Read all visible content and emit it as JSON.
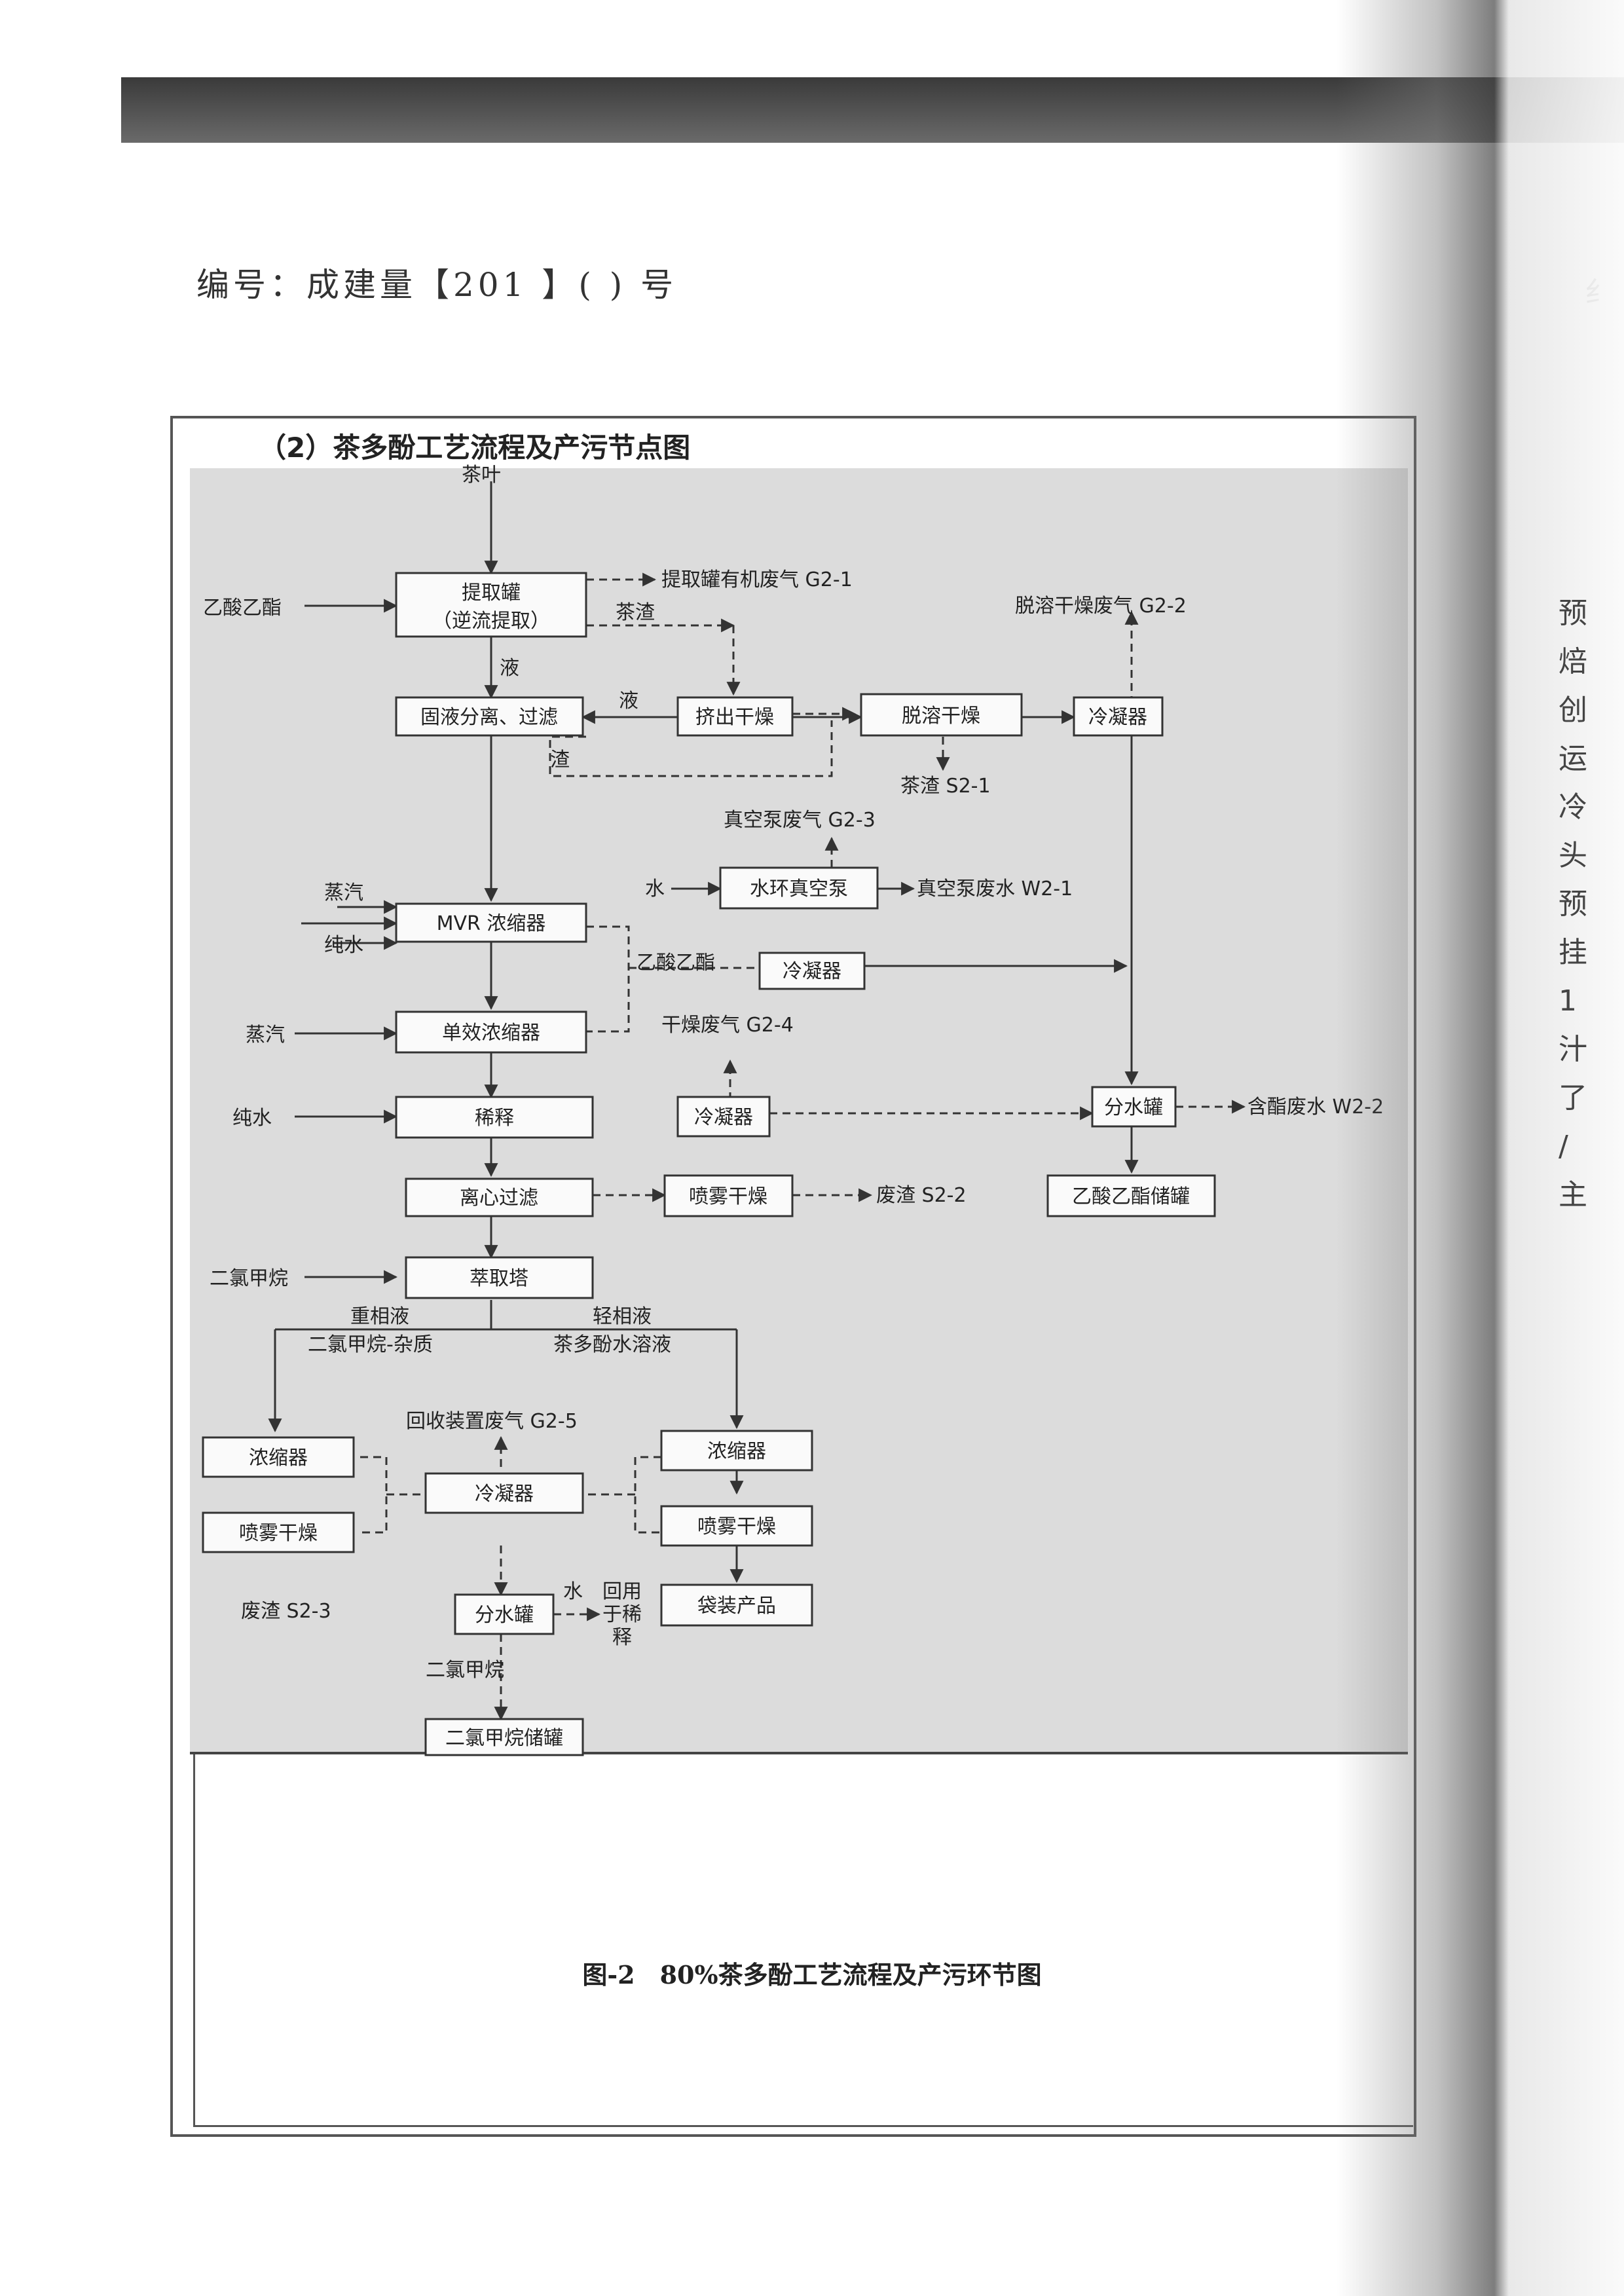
{
  "header": {
    "doc_number": "编号：成建量【201  】(    ) 号"
  },
  "section_title": "（2）茶多酚工艺流程及产污节点图",
  "caption": "图-2　80%茶多酚工艺流程及产污环节图",
  "side_text": {
    "top": "纟",
    "chars": [
      "预",
      "焙",
      "创",
      "运",
      "冷",
      "头",
      "预",
      "挂",
      "1",
      "汁",
      "",
      "了",
      "",
      "",
      "",
      "/",
      "主"
    ]
  },
  "diagram": {
    "nodes": {
      "tiqu": [
        "提取罐",
        "（逆流提取）"
      ],
      "gu_ye": "固液分离、过滤",
      "jichu": "挤出干燥",
      "tuorong": "脱溶干燥",
      "lengning1": "冷凝器",
      "mvr": "MVR 浓缩器",
      "shuihuan": "水环真空泵",
      "lengning2": "冷凝器",
      "danxiao": "单效浓缩器",
      "xishi": "稀释",
      "lengning3": "冷凝器",
      "fenshui1": "分水罐",
      "lixin": "离心过滤",
      "penwu1": "喷雾干燥",
      "yisuan_chu": "乙酸乙酯储罐",
      "cuiqu": "萃取塔",
      "nongsuo_l": "浓缩器",
      "penwu_l": "喷雾干燥",
      "lengning4": "冷凝器",
      "nongsuo_r": "浓缩器",
      "penwu_r": "喷雾干燥",
      "fenshui2": "分水罐",
      "daizhuang": "袋装产品",
      "erlv_chu": "二氯甲烷储罐"
    },
    "labels": {
      "chaye": "茶叶",
      "yisuan_in": "乙酸乙酯",
      "g21": "提取罐有机废气 G2-1",
      "chazha": "茶渣",
      "ye1": "液",
      "ye2": "液",
      "zha": "渣",
      "g22": "脱溶干燥废气 G2-2",
      "s21": "茶渣 S2-1",
      "g23": "真空泵废气 G2-3",
      "zhengqi1": "蒸汽",
      "chunshui1": "纯水",
      "shui": "水",
      "w21": "真空泵废水 W2-1",
      "yisuan_mid": "乙酸乙酯",
      "zhengqi2": "蒸汽",
      "g24": "干燥废气 G2-4",
      "chunshui2": "纯水",
      "w22": "含酯废水 W2-2",
      "s22": "废渣 S2-2",
      "erlv_in": "二氯甲烷",
      "zhong_1": "重相液",
      "zhong_2": "二氯甲烷-杂质",
      "qing_1": "轻相液",
      "qing_2": "茶多酚水溶液",
      "g25": "回收装置废气 G2-5",
      "s23": "废渣 S2-3",
      "shui2": "水",
      "huiyong_1": "回用",
      "huiyong_2": "于稀",
      "huiyong_3": "释",
      "erlv_out": "二氯甲烷"
    }
  }
}
